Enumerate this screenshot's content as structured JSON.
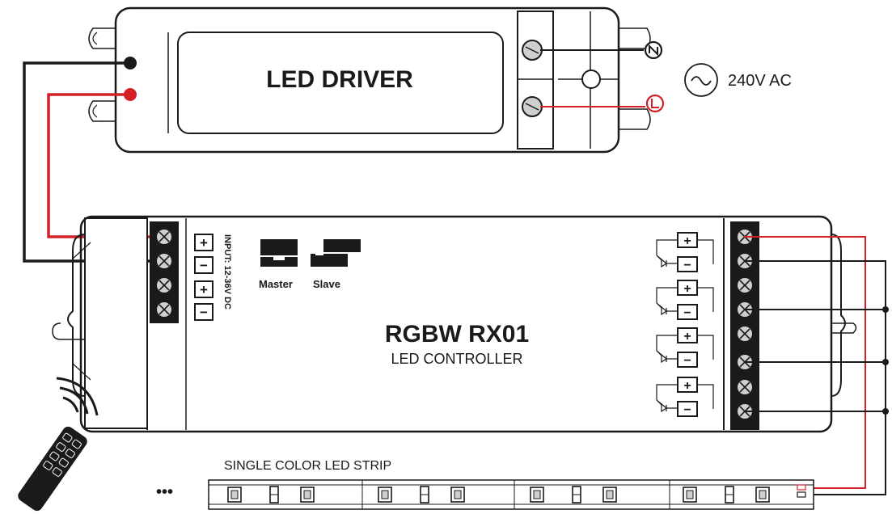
{
  "driver": {
    "label": "LED DRIVER"
  },
  "mains": {
    "label": "240V AC",
    "neutral_symbol": "N",
    "live_symbol": "L"
  },
  "controller": {
    "model": "RGBW RX01",
    "subtitle": "LED CONTROLLER",
    "input_label": "INPUT: 12-36V DC",
    "master_label": "Master",
    "slave_label": "Slave",
    "plus_sign": "+",
    "minus_sign": "−"
  },
  "strip": {
    "label": "SINGLE COLOR LED STRIP",
    "ellipsis": "•••"
  },
  "colors": {
    "wire_red": "#d42027",
    "wire_black": "#1a1a1a",
    "outline": "#1a1a1a",
    "terminal_fill": "#cfcfcf"
  }
}
